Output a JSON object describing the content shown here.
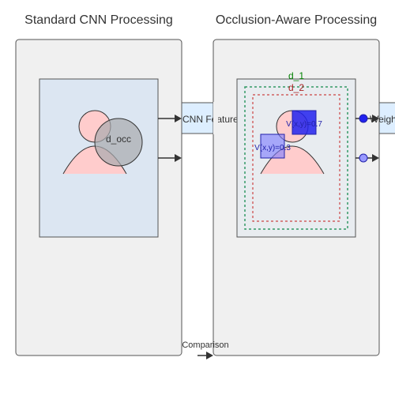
{
  "titles": {
    "left": "Standard CNN Processing",
    "right": "Occlusion-Aware Processing"
  },
  "labels": {
    "cnn_features": "CNN Features",
    "weights": "Weights",
    "d_occ": "d_occ",
    "d_1": "d_1",
    "d_2": "d_2",
    "visibility_high": "V(x,y)=0.7",
    "visibility_low": "V(x,y)=0.3",
    "comparison": "Comparison"
  },
  "colors": {
    "panel_fill": "#f0f0f0",
    "panel_stroke": "#555555",
    "image_fill_left": "#dce6f2",
    "image_fill_right": "#e8ecf0",
    "person_fill": "#ffcccc",
    "occluder_fill": "#a8aaae",
    "blue_strong": "#2222ee",
    "blue_light": "#7a7aff",
    "green_dash": "#339966",
    "red_dash": "#cc4444",
    "label_green": "#008000",
    "label_red": "#aa2222",
    "label_blue": "#2222aa",
    "feature_box_fill": "#ddeeff"
  }
}
